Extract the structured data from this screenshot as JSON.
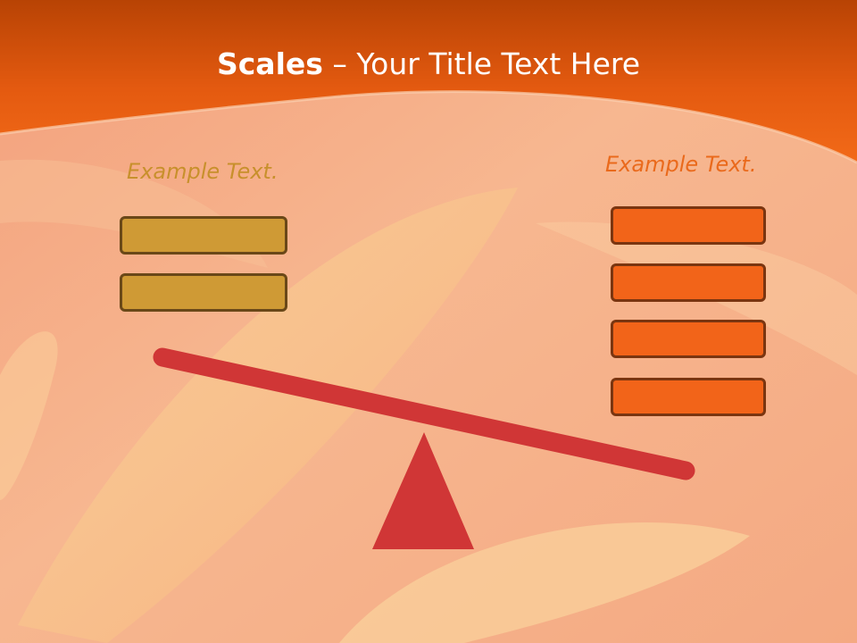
{
  "slide": {
    "title_bold": "Scales",
    "title_rest": " – Your Title Text Here",
    "left_caption": "Example Text.",
    "right_caption": "Example Text."
  },
  "colors": {
    "header": "#e85d12",
    "background": "#f6b08a",
    "left_box_fill": "#cf9a35",
    "right_box_fill": "#f26419",
    "beam": "#d03636",
    "fulcrum": "#d03636"
  },
  "illustration": {
    "left_box_count": 2,
    "right_box_count": 4,
    "heavier_side": "right"
  }
}
